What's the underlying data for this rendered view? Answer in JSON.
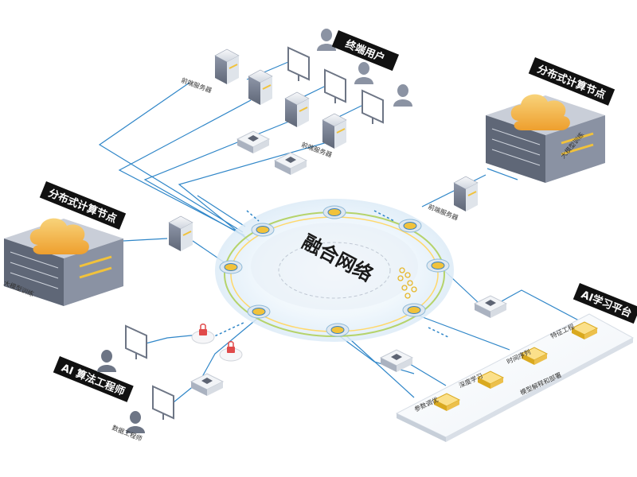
{
  "labels": {
    "end_users": "终端用户",
    "distributed_left": "分布式计算节点",
    "distributed_right": "分布式计算节点",
    "ai_engineer": "AI 算法工程师",
    "ai_platform": "AI学习平台",
    "center_hub": "融合网络"
  },
  "small_labels": {
    "frontend_server_top": "前端服务器",
    "frontend_server_mid": "前端服务器",
    "frontend_server_right": "前端服务器",
    "big_model_left": "大模型训练",
    "big_model_right": "大模型训练",
    "data_engineer": "数据工程师"
  },
  "ai_modules": [
    "特征工程",
    "时间序列",
    "深度学习",
    "参数调优",
    "模型解释和部署"
  ],
  "colors": {
    "line": "#2f86c8",
    "tag_bg": "#111111",
    "cloud": "#f2b84b",
    "chip": "#f3c63b",
    "hub_ring": "#b5d36b",
    "hub_glow": "#e8f3fb",
    "server": "#7e8699",
    "lock": "#e04a4a"
  }
}
